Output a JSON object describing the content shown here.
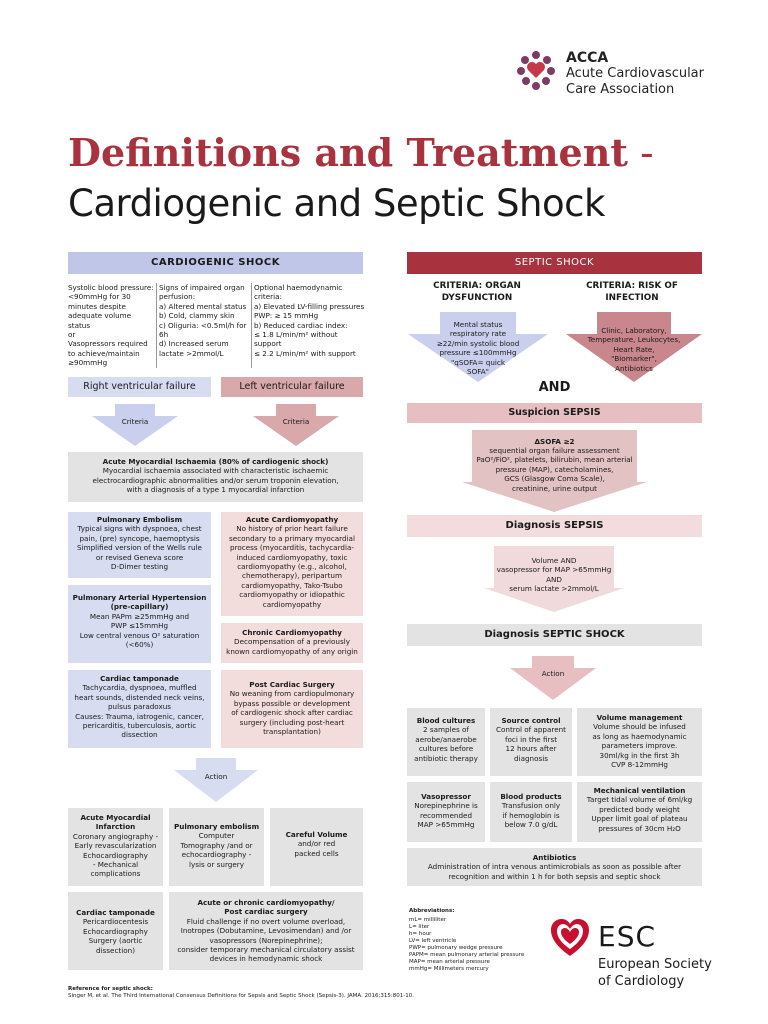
{
  "acca": {
    "short": "ACCA",
    "line1": "Acute Cardiovascular",
    "line2": "Care Association"
  },
  "title": {
    "main": "Definitions and Treatment",
    "dash": " -",
    "sub": "Cardiogenic and Septic Shock"
  },
  "cardio": {
    "header": "CARDIOGENIC SHOCK",
    "crit1": "Systolic blood pressure:\n<90mmHg for 30\nminutes despite\nadequate volume\nstatus\nor\nVasopressors required\nto achieve/maintain\n≥90mmHg",
    "crit2": "Signs of impaired organ\nperfusion:\na) Altered mental status\nb) Cold, clammy skin\nc) Oliguria: <0.5ml/h for\n     6h\nd) Increased serum\n     lactate >2mmol/L",
    "crit3": "Optional haemodynamic\ncriteria:\na) Elevated LV-filling pressures\n     PWP: ≥ 15 mmHg\nb) Reduced cardiac index:\n     ≤ 1.8 L/min/m² without\n     support\n     ≤ 2.2 L/min/m² with support",
    "rvf": "Right ventricular failure",
    "lvf": "Left ventricular failure",
    "criteria_left": "Criteria",
    "criteria_right": "Criteria",
    "ischaemia_title": "Acute Myocardial Ischaemia (80% of cardiogenic shock)",
    "ischaemia_text": "Myocardial ischaemia associated with characteristic ischaemic\nelectrocardiographic abnormalities and/or serum troponin elevation,\nwith a diagnosis of a type 1 myocardial infarction",
    "pe_title": "Pulmonary Embolism",
    "pe_text": "Typical signs with dyspnoea, chest\npain, (pre) syncope, haemoptysis\nSimplified version of the Wells rule\nor revised Geneva score\nD-Dimer testing",
    "pah_title": "Pulmonary Arterial Hypertension\n(pre-capillary)",
    "pah_text": "Mean PAPm ≥25mmHg and\nPWP ≤15mmHg\nLow central venous O² saturation\n(<60%)",
    "tamp_title": "Cardiac tamponade",
    "tamp_text": "Tachycardia, dyspnoea, muffled\nheart sounds, distended neck veins,\npulsus paradoxus\nCauses: Trauma, iatrogenic, cancer,\npericarditis, tuberculosis, aortic\ndissection",
    "acm_title": "Acute Cardiomyopathy",
    "acm_text": "No history of prior heart failure\nsecondary to a primary myocardial\nprocess (myocarditis, tachycardia-\ninduced cardiomyopathy, toxic\ncardiomyopathy (e.g., alcohol,\nchemotherapy), peripartum\ncardiomyopathy, Tako-Tsubo\ncardiomyopathy or idiopathic\ncardiomyopathy",
    "ccm_title": "Chronic Cardiomyopathy",
    "ccm_text": "Decompensation of a previously\nknown cardiomyopathy of any origin",
    "pcs_title": "Post Cardiac Surgery",
    "pcs_text": "No weaning from cardiopulmonary\nbypass possible or development\nof cardiogenic shock after cardiac\nsurgery (including post-heart\ntransplantation)",
    "action": "Action",
    "a1_title": "Acute Myocardial\nInfarction",
    "a1_text": "Coronary angiography -\nEarly revascularization\nEchocardiography\n- Mechanical\ncomplications",
    "a2_title": "Pulmonary embolism",
    "a2_text": "Computer\nTomography /and or\nechocardiography -\nlysis or surgery",
    "a3_title": "Careful Volume",
    "a3_text": "and/or red\npacked cells",
    "a4_title": "Cardiac tamponade",
    "a4_text": "Pericardiocentesis\nEchocardiography\nSurgery (aortic\ndissection)",
    "a5_title": "Acute or chronic cardiomyopathy/\nPost cardiac surgery",
    "a5_text": "Fluid challenge if no overt volume overload,\nInotropes (Dobutamine, Levosimendan) and /or\nvasopressors (Norepinephrine);\nconsider temporary mechanical circulatory assist\ndevices in hemodynamic shock"
  },
  "septic": {
    "header": "SEPTIC SHOCK",
    "crit_organ": "CRITERIA: ORGAN\nDYSFUNCTION",
    "crit_infection": "CRITERIA: RISK OF\nINFECTION",
    "organ_text": "Mental status\nrespiratory rate\n≥22/min systolic blood\npressure ≤100mmHg\n\"qSOFA= quick\nSOFA\"",
    "infection_text": "Clinic, Laboratory,\nTemperature, Leukocytes,\nHeart Rate,\n\"Biomarker\",\nAntibiotics",
    "and": "AND",
    "suspicion": "Suspicion SEPSIS",
    "sofa_head": "ΔSOFA ≥2",
    "sofa_text": "sequential organ failure assessment\nPaO²/FiO², platelets, bilirubin, mean arterial\npressure (MAP), catecholamines,\nGCS (Glasgow Coma Scale),\ncreatinine, urine output",
    "diag_sepsis": "Diagnosis SEPSIS",
    "volume_text": "Volume AND\nvasopressor for MAP >65mmHg\nAND\nserum lactate >2mmol/L",
    "diag_shock": "Diagnosis SEPTIC SHOCK",
    "action": "Action",
    "bc_title": "Blood cultures",
    "bc_text": "2 samples of\naerobe/anaerobe\ncultures before\nantibiotic therapy",
    "sc_title": "Source control",
    "sc_text": "Control of apparent\nfoci in the first\n12 hours after\ndiagnosis",
    "vm_title": "Volume management",
    "vm_text": "Volume should be infused\nas long as haemodynamic\nparameters improve.\n30ml/kg in the first 3h\nCVP 8-12mmHg",
    "vp_title": "Vasopressor",
    "vp_text": "Norepinephrine is\nrecommended\nMAP >65mmHg",
    "bp_title": "Blood products",
    "bp_text": "Transfusion only\nif hemoglobin is\nbelow 7.0 g/dL",
    "mv_title": "Mechanical ventilation",
    "mv_text": "Target tidal volume of 6ml/kg\npredicted body weight\nUpper limit goal of plateau\npressures of 30cm H₂O",
    "ab_title": "Antibiotics",
    "ab_text": "Administration of intra venous antimicrobials as soon as possible after\nrecognition and within 1 h for both sepsis and septic shock"
  },
  "abbrev": {
    "title": "Abbreviations:",
    "text": "mL= milliliter\nL= liter\nh= hour\nLV= left ventricle\nPWP= pulmonary wedge pressure\nPAPM= mean pulmonary arterial pressure\nMAP= mean arterial pressure\nmmHg= Millimeters mercury"
  },
  "esc": {
    "short": "ESC",
    "line1": "European Society",
    "line2": "of Cardiology"
  },
  "reference": {
    "title": "Reference for septic shock:",
    "text": "Singer M, et al. The Third International Consensus Definitions for Sepsis and Septic Shock (Sepsis-3). JAMA. 2016;315:801-10."
  },
  "colors": {
    "brand_red": "#a8323e",
    "cardio_blue": "#bfc6e8",
    "light_blue": "#d7dcf0",
    "pink": "#f3dcdc",
    "grey": "#e3e3e3"
  }
}
